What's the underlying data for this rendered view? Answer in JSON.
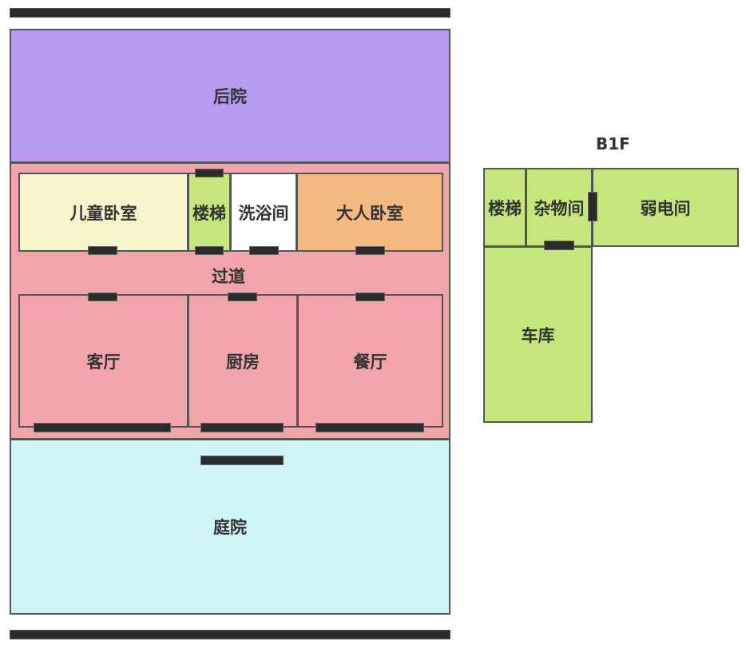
{
  "floor_1": {
    "rooms": {
      "backyard": "后院",
      "children_bedroom": "儿童卧室",
      "stairs": "楼梯",
      "bathroom": "洗浴间",
      "master_bedroom": "大人卧室",
      "corridor": "过道",
      "living_room": "客厅",
      "kitchen": "厨房",
      "dining_room": "餐厅",
      "courtyard": "庭院"
    }
  },
  "basement": {
    "title": "B1F",
    "rooms": {
      "stairs": "楼梯",
      "storage": "杂物间",
      "low_voltage_room": "弱电间",
      "garage": "车库"
    }
  },
  "colors": {
    "backyard": "#b69af0",
    "main_area": "#f2a4aa",
    "children_bedroom": "#f8f4cc",
    "stairs": "#c4e67a",
    "bathroom": "#ffffff",
    "master_bedroom": "#f4b882",
    "courtyard": "#cff4f6",
    "basement": "#c4e67a",
    "wall": "#2b2b2b",
    "border": "#555555"
  }
}
